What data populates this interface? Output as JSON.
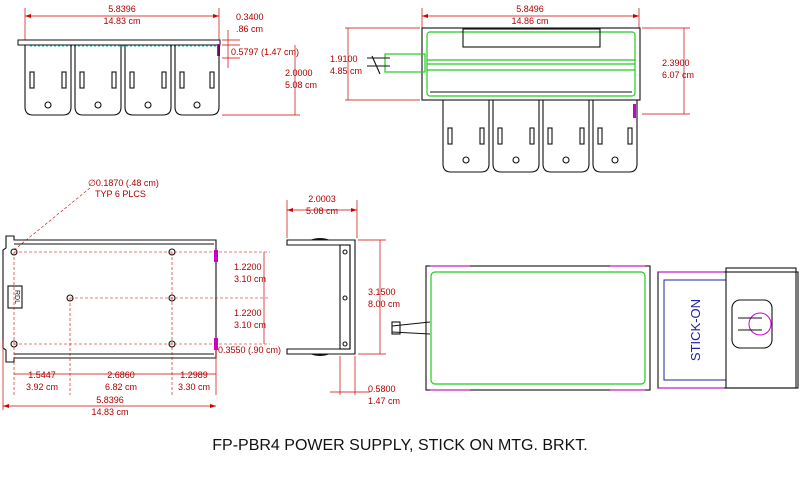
{
  "title": "FP-PBR4 POWER SUPPLY, STICK ON MTG. BRKT.",
  "views": {
    "top_left": {
      "width_in": "5.8396",
      "width_cm": "14.83 cm",
      "top_offset_in": "0.3400",
      "top_offset_cm": ".86 cm",
      "flange": "0.5797 (1.47 cm)",
      "height_in": "2.0000",
      "height_cm": "5.08 cm"
    },
    "top_right": {
      "width_in": "5.8496",
      "width_cm": "14.86 cm",
      "left_h_in": "1.9100",
      "left_h_cm": "4.85 cm",
      "right_h_in": "2.3900",
      "right_h_cm": "6.07 cm"
    },
    "bottom_left": {
      "hole_spec": "∅0.1870 (.48 cm)",
      "hole_count": "TYP 6 PLCS",
      "tag": "RDL",
      "row1_in": "1.2200",
      "row1_cm": "3.10 cm",
      "row2_in": "1.2200",
      "row2_cm": "3.10 cm",
      "edge": "0.3550 (.90 cm)",
      "seg1_in": "1.5447",
      "seg1_cm": "3.92 cm",
      "seg2_in": "2.6860",
      "seg2_cm": "6.82 cm",
      "seg3_in": "1.2989",
      "seg3_cm": "3.30 cm",
      "total_in": "5.8396",
      "total_cm": "14.83 cm"
    },
    "bottom_mid": {
      "width_in": "2.0003",
      "width_cm": "5.08 cm",
      "height_in": "3.1500",
      "height_cm": "8.00 cm",
      "lip_in": "0.5800",
      "lip_cm": "1.47 cm"
    },
    "bottom_right": {
      "stick_label": "STICK-ON"
    }
  }
}
